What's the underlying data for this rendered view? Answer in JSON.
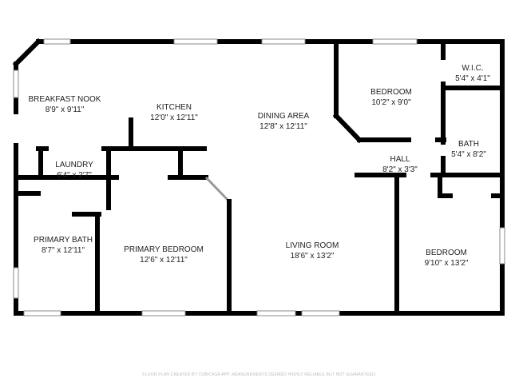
{
  "rooms": [
    {
      "name": "BREAKFAST NOOK",
      "dims": "8'9\" x 9'11\""
    },
    {
      "name": "KITCHEN",
      "dims": "12'0\" x 12'11\""
    },
    {
      "name": "DINING AREA",
      "dims": "12'8\" x 12'11\""
    },
    {
      "name": "BEDROOM",
      "dims": "10'2\" x 9'0\""
    },
    {
      "name": "W.I.C.",
      "dims": "5'4\" x 4'1\""
    },
    {
      "name": "BATH",
      "dims": "5'4\" x 8'2\""
    },
    {
      "name": "HALL",
      "dims": "8'2\" x 3'3\""
    },
    {
      "name": "LAUNDRY",
      "dims": "6'4\" x 2'7\""
    },
    {
      "name": "PRIMARY BATH",
      "dims": "8'7\" x 12'11\""
    },
    {
      "name": "PRIMARY BEDROOM",
      "dims": "12'6\" x 12'11\""
    },
    {
      "name": "LIVING ROOM",
      "dims": "18'6\" x 13'2\""
    },
    {
      "name": "BEDROOM",
      "dims": "9'10\" x 13'2\""
    }
  ],
  "footer": "FLOOR PLAN CREATED BY CUBICASA APP. MEASUREMENTS DEEMED HIGHLY RELIABLE BUT NOT GUARANTEED."
}
